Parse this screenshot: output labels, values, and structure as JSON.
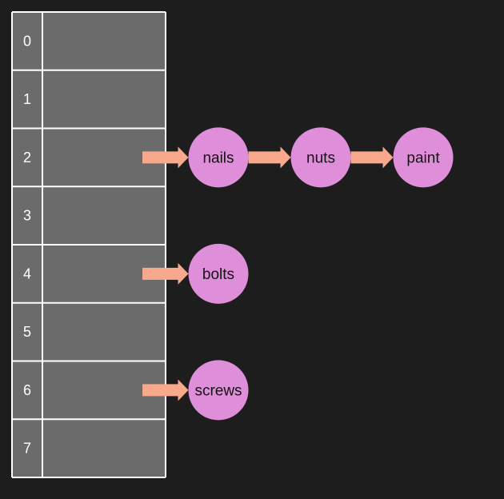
{
  "colors": {
    "background": "#1e1d1e",
    "bucket_fill": "#6b6b6b",
    "grid_line": "#ffffff",
    "node_fill": "#df8ed9",
    "arrow": "#f8a98b",
    "node_text": "#141414",
    "index_text": "#ffffff"
  },
  "hash_table": {
    "buckets": [
      {
        "index": "0",
        "chain": []
      },
      {
        "index": "1",
        "chain": []
      },
      {
        "index": "2",
        "chain": [
          "nails",
          "nuts",
          "paint"
        ]
      },
      {
        "index": "3",
        "chain": []
      },
      {
        "index": "4",
        "chain": [
          "bolts"
        ]
      },
      {
        "index": "5",
        "chain": []
      },
      {
        "index": "6",
        "chain": [
          "screws"
        ]
      },
      {
        "index": "7",
        "chain": []
      }
    ]
  }
}
